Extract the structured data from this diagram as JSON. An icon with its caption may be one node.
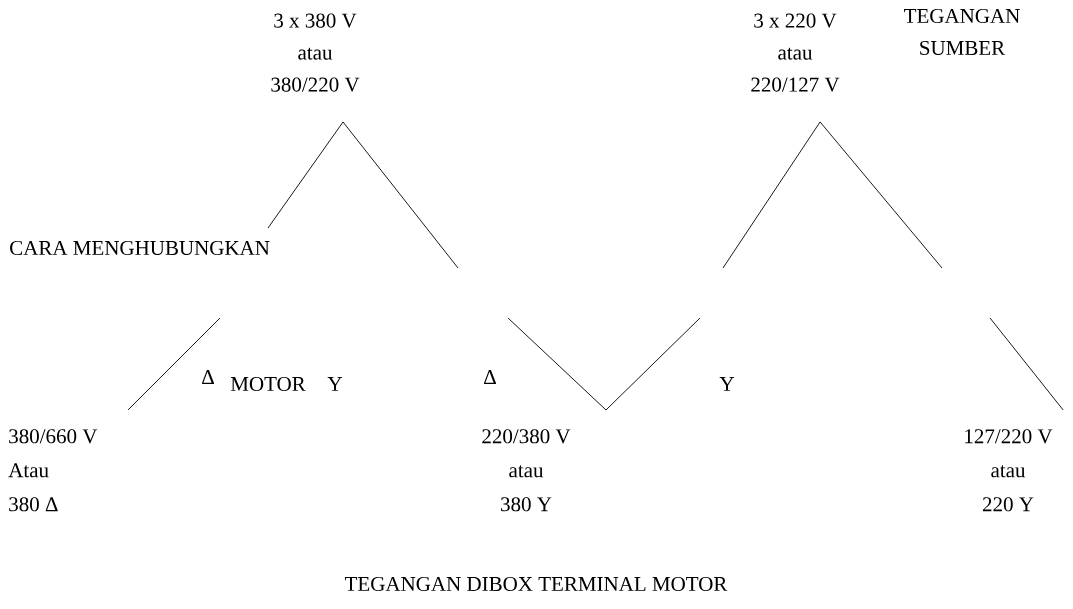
{
  "diagram": {
    "nodes": [
      {
        "text": [
          "3 x 380 V",
          "atau",
          "380/220 V"
        ]
      },
      {
        "text": [
          "3 x 220 V",
          "atau",
          "220/127 V"
        ]
      },
      {
        "text": [
          "380/660 V",
          "Atau",
          "380 Δ"
        ]
      },
      {
        "text": [
          "220/380 V",
          "atau",
          "380 Y"
        ]
      },
      {
        "text": [
          "127/220 V",
          "atau",
          "220 Y"
        ]
      }
    ],
    "edges": [
      {
        "from": 0,
        "to": null,
        "arrow": "none"
      },
      {
        "from": 0,
        "to": null,
        "arrow": "none"
      },
      {
        "from": null,
        "to": 2,
        "arrow": "none"
      },
      {
        "from": null,
        "to": 3,
        "arrow": "none"
      },
      {
        "from": 3,
        "to": null,
        "arrow": "none"
      },
      {
        "from": 1,
        "to": null,
        "arrow": "none"
      },
      {
        "from": 1,
        "to": null,
        "arrow": "none"
      },
      {
        "from": null,
        "to": 4,
        "arrow": "none"
      }
    ],
    "labels": [
      "TEGANGAN SUMBER",
      "CARA MENGHUBUNGKAN",
      "Δ",
      "MOTOR",
      "Y",
      "Δ",
      "Y",
      "TEGANGAN DIBOX TERMINAL MOTOR"
    ]
  }
}
